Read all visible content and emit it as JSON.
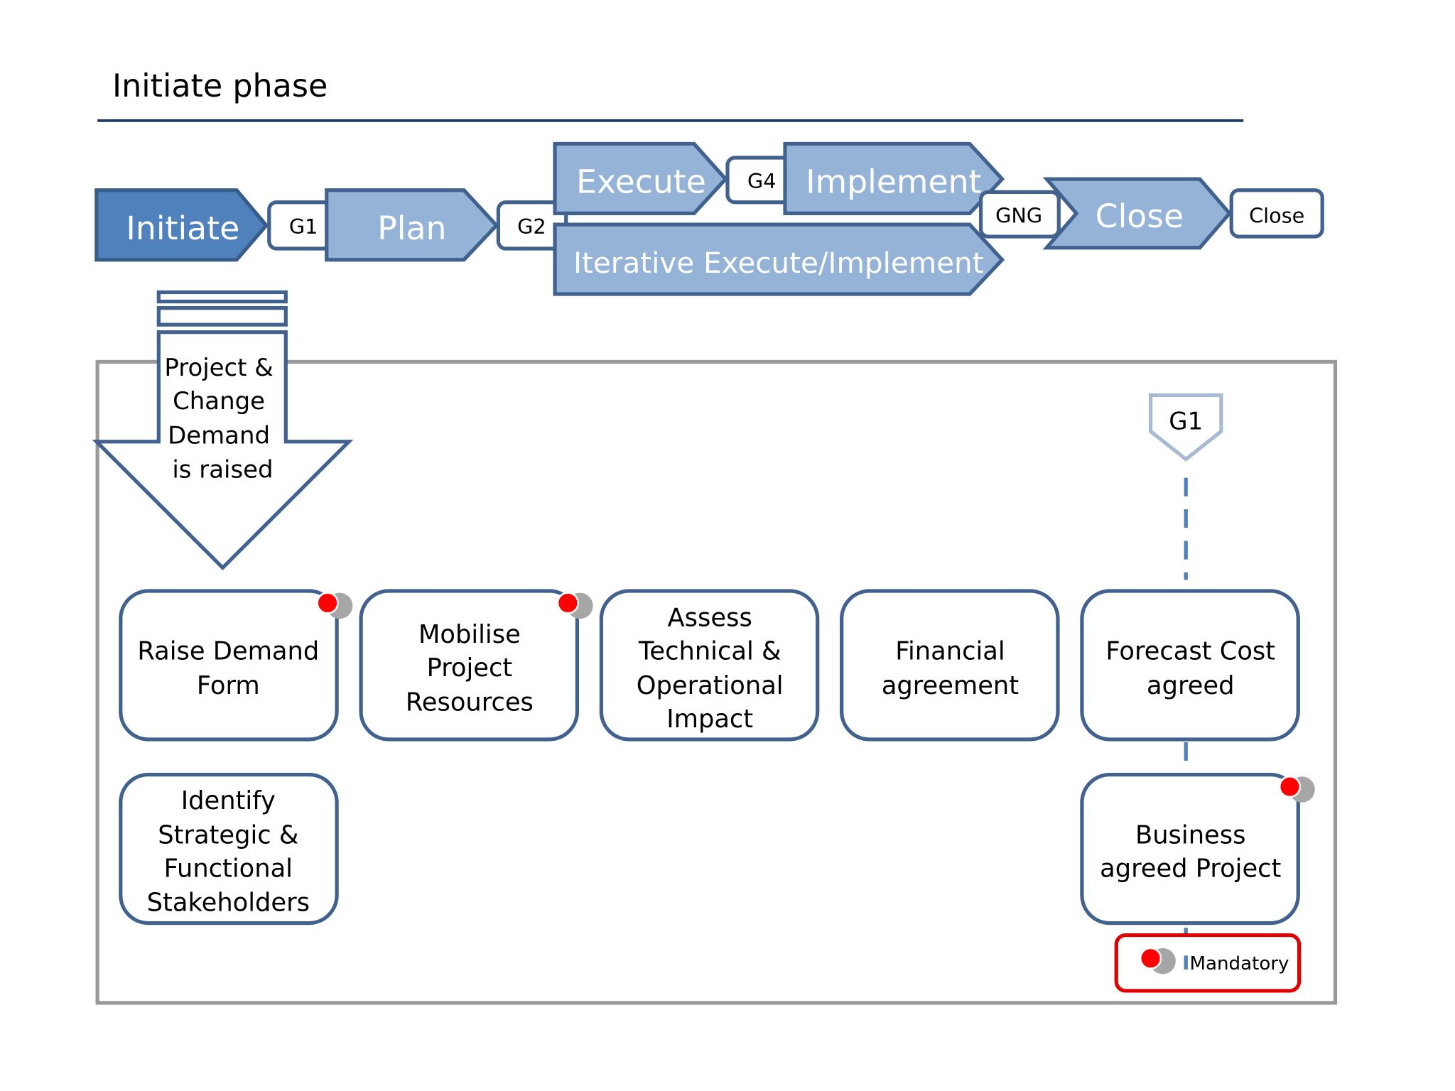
{
  "title": "Initiate phase",
  "colors": {
    "dark_blue": "#4f81bd",
    "light_blue": "#95b3d7",
    "border": "#41618f",
    "mandatory": "#e00000"
  },
  "phases": {
    "initiate": "Initiate",
    "plan": "Plan",
    "execute": "Execute",
    "implement": "Implement",
    "iterative": "Iterative Execute/Implement",
    "close": "Close"
  },
  "gates": {
    "g1": "G1",
    "g2": "G2",
    "g4": "G4",
    "gng": "GNG",
    "close": "Close"
  },
  "demand_arrow": [
    "Project &",
    "Change",
    "Demand",
    "is raised"
  ],
  "gate_marker": "G1",
  "activities": {
    "raise_demand": [
      "Raise Demand",
      "Form"
    ],
    "mobilise": [
      "Mobilise",
      "Project",
      "Resources"
    ],
    "assess": [
      "Assess",
      "Technical &",
      "Operational",
      "Impact"
    ],
    "financial": [
      "Financial",
      "agreement"
    ],
    "forecast": [
      "Forecast Cost",
      "agreed"
    ],
    "identify": [
      "Identify",
      "Strategic &",
      "Functional",
      "Stakeholders"
    ],
    "business": [
      "Business",
      "agreed Project"
    ]
  },
  "legend": {
    "mandatory": "Mandatory"
  }
}
